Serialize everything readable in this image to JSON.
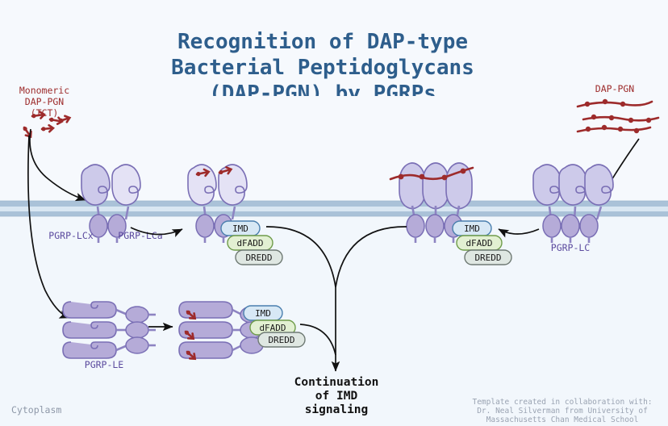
{
  "title": {
    "line1": "Recognition of DAP-type",
    "line2": "Bacterial Peptidoglycans",
    "line3": "(DAP-PGN) by PGRPs",
    "color": "#2e5e8c"
  },
  "ligands": {
    "monomeric": {
      "line1": "Monomeric",
      "line2": "DAP-PGN",
      "line3": "(TCT)",
      "color": "#9d2b2b"
    },
    "polymeric": {
      "label": "DAP-PGN",
      "color": "#9d2b2b"
    }
  },
  "receptors": {
    "lcx": "PGRP-LCx",
    "lca": "PGRP-LCa",
    "lc": "PGRP-LC",
    "le": "PGRP-LE",
    "color": "#5b4a9e"
  },
  "complex": {
    "imd": "IMD",
    "dfadd": "dFADD",
    "dredd": "DREDD",
    "imd_color": "#d7e8f5",
    "dfadd_color": "#e2f0d2",
    "dredd_color": "#dfe7e2"
  },
  "output": {
    "line1": "Continuation",
    "line2": "of IMD",
    "line3": "signaling"
  },
  "compartment": {
    "cytoplasm": "Cytoplasm"
  },
  "credit": {
    "line1": "Template created in collaboration with:",
    "line2": "Dr. Neal Silverman from University of",
    "line3": "Massachusetts Chan Medical School"
  }
}
